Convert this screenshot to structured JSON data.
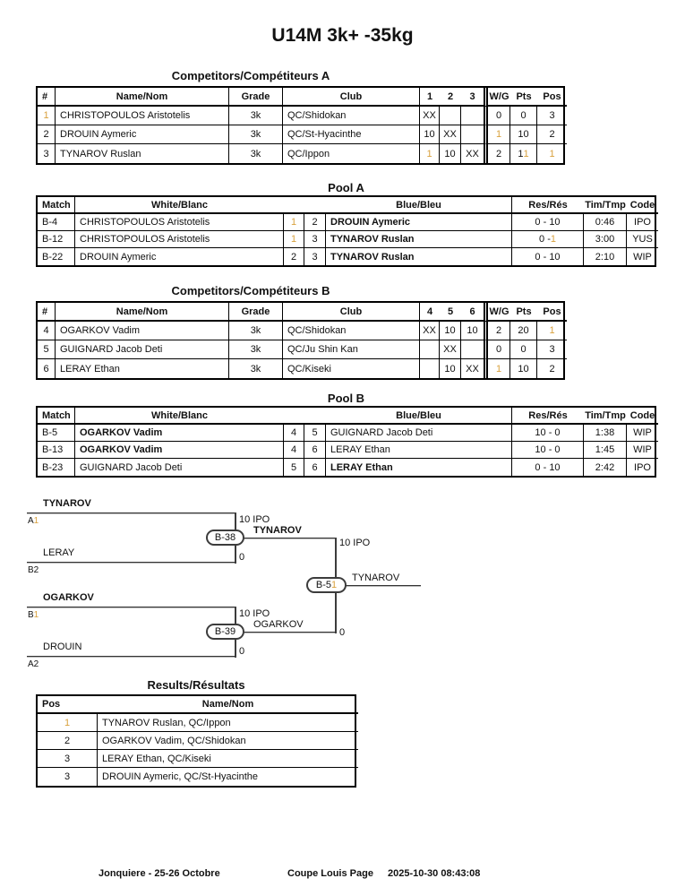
{
  "colors": {
    "accent": "#d9a13e"
  },
  "title": "U14M 3k+ -35kg",
  "competitors_a": {
    "heading": "Competitors/Compétiteurs A",
    "headers": [
      "#",
      "Name/Nom",
      "Grade",
      "Club",
      "1",
      "2",
      "3",
      "W/G",
      "Pts",
      "Pos"
    ],
    "rows": [
      [
        "1",
        "CHRISTOPOULOS Aristotelis",
        "3k",
        "QC/Shidokan",
        "XX",
        "",
        "",
        "0",
        "0",
        "3"
      ],
      [
        "2",
        "DROUIN Aymeric",
        "3k",
        "QC/St-Hyacinthe",
        "10",
        "XX",
        "",
        "1",
        "10",
        "2"
      ],
      [
        "3",
        "TYNAROV Ruslan",
        "3k",
        "QC/Ippon",
        "1",
        "10",
        "XX",
        "2",
        "11",
        "1"
      ]
    ]
  },
  "pool_a": {
    "heading": "Pool A",
    "headers": {
      "match": "Match",
      "white": "White/Blanc",
      "blue": "Blue/Bleu",
      "res": "Res/Rés",
      "time": "Tim/Tmp",
      "code": "Code"
    },
    "rows": [
      {
        "match": "B-4",
        "white": "CHRISTOPOULOS Aristotelis",
        "wnum": "1",
        "bnum": "2",
        "blue": "DROUIN Aymeric",
        "res": "0 - 10",
        "time": "0:46",
        "code": "IPO"
      },
      {
        "match": "B-12",
        "white": "CHRISTOPOULOS Aristotelis",
        "wnum": "1",
        "bnum": "3",
        "blue": "TYNAROV Ruslan",
        "res": "0 - 1",
        "time": "3:00",
        "code": "YUS"
      },
      {
        "match": "B-22",
        "white": "DROUIN Aymeric",
        "wnum": "2",
        "bnum": "3",
        "blue": "TYNAROV Ruslan",
        "res": "0 - 10",
        "time": "2:10",
        "code": "WIP"
      }
    ]
  },
  "competitors_b": {
    "heading": "Competitors/Compétiteurs B",
    "headers": [
      "#",
      "Name/Nom",
      "Grade",
      "Club",
      "4",
      "5",
      "6",
      "W/G",
      "Pts",
      "Pos"
    ],
    "rows": [
      [
        "4",
        "OGARKOV Vadim",
        "3k",
        "QC/Shidokan",
        "XX",
        "10",
        "10",
        "2",
        "20",
        "1"
      ],
      [
        "5",
        "GUIGNARD Jacob Deti",
        "3k",
        "QC/Ju Shin Kan",
        "",
        "XX",
        "",
        "0",
        "0",
        "3"
      ],
      [
        "6",
        "LERAY Ethan",
        "3k",
        "QC/Kiseki",
        "",
        "10",
        "XX",
        "1",
        "10",
        "2"
      ]
    ]
  },
  "pool_b": {
    "heading": "Pool B",
    "headers": {
      "match": "Match",
      "white": "White/Blanc",
      "blue": "Blue/Bleu",
      "res": "Res/Rés",
      "time": "Tim/Tmp",
      "code": "Code"
    },
    "rows": [
      {
        "match": "B-5",
        "white": "OGARKOV Vadim",
        "wnum": "4",
        "bnum": "5",
        "blue": "GUIGNARD Jacob Deti",
        "res": "10 - 0",
        "time": "1:38",
        "code": "WIP"
      },
      {
        "match": "B-13",
        "white": "OGARKOV Vadim",
        "wnum": "4",
        "bnum": "6",
        "blue": "LERAY Ethan",
        "res": "10 - 0",
        "time": "1:45",
        "code": "WIP"
      },
      {
        "match": "B-23",
        "white": "GUIGNARD Jacob Deti",
        "wnum": "5",
        "bnum": "6",
        "blue": "LERAY Ethan",
        "res": "0 - 10",
        "time": "2:42",
        "code": "IPO"
      }
    ]
  },
  "bracket": {
    "semifinal_top": {
      "match": "B-38",
      "seed_top": {
        "name": "TYNAROV",
        "code": "A1",
        "score": "10 IPO"
      },
      "seed_bottom": {
        "name": "LERAY",
        "code": "B2",
        "score": "0"
      },
      "winner": {
        "name": "TYNAROV",
        "score": "10 IPO"
      }
    },
    "semifinal_bottom": {
      "match": "B-39",
      "seed_top": {
        "name": "OGARKOV",
        "code": "B1",
        "score": "10 IPO"
      },
      "seed_bottom": {
        "name": "DROUIN",
        "code": "A2",
        "score": "0"
      },
      "winner": {
        "name": "OGARKOV",
        "score": "0"
      }
    },
    "final": {
      "match": "B-51",
      "winner": "TYNAROV"
    }
  },
  "results": {
    "heading": "Results/Résultats",
    "headers": {
      "pos": "Pos",
      "name": "Name/Nom"
    },
    "rows": [
      {
        "pos": "1",
        "name": "TYNAROV Ruslan, QC/Ippon"
      },
      {
        "pos": "2",
        "name": "OGARKOV Vadim, QC/Shidokan"
      },
      {
        "pos": "3",
        "name": "LERAY Ethan, QC/Kiseki"
      },
      {
        "pos": "3",
        "name": "DROUIN Aymeric, QC/St-Hyacinthe"
      }
    ]
  },
  "footer": {
    "location": "Jonquiere - 25-26 Octobre",
    "event": "Coupe Louis Page",
    "timestamp": "2025-10-30 08:43:08"
  }
}
